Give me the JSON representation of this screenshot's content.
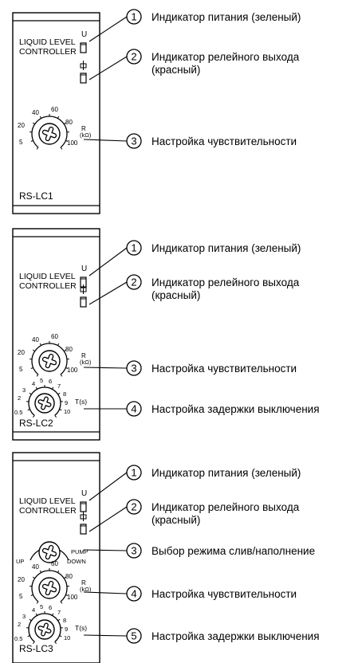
{
  "panels": [
    {
      "model": "RS-LC1",
      "header": [
        "LIQUID LEVEL",
        "CONTROLLER"
      ],
      "u_label": "U",
      "callouts": [
        {
          "num": "1",
          "lines": [
            "Индикатор питания (зеленый)"
          ]
        },
        {
          "num": "2",
          "lines": [
            "Индикатор релейного выхода",
            "(красный)"
          ]
        },
        {
          "num": "3",
          "lines": [
            "Настройка чувствительности"
          ]
        }
      ],
      "r_dial": {
        "ticks": [
          "5",
          "20",
          "40",
          "60",
          "80",
          "100"
        ],
        "unit1": "R",
        "unit2": "(kΩ)"
      }
    },
    {
      "model": "RS-LC2",
      "header": [
        "LIQUID LEVEL",
        "CONTROLLER"
      ],
      "u_label": "U",
      "callouts": [
        {
          "num": "1",
          "lines": [
            "Индикатор питания (зеленый)"
          ]
        },
        {
          "num": "2",
          "lines": [
            "Индикатор релейного выхода",
            "(красный)"
          ]
        },
        {
          "num": "3",
          "lines": [
            "Настройка чувствительности"
          ]
        },
        {
          "num": "4",
          "lines": [
            "Настройка задержки выключения"
          ]
        }
      ],
      "r_dial": {
        "ticks": [
          "5",
          "20",
          "40",
          "60",
          "80",
          "100"
        ],
        "unit1": "R",
        "unit2": "(kΩ)"
      },
      "t_dial": {
        "ticks": [
          "0.5",
          "2",
          "3",
          "4",
          "5",
          "6",
          "7",
          "8",
          "9",
          "10"
        ],
        "unit": "T(s)"
      }
    },
    {
      "model": "RS-LC3",
      "header": [
        "LIQUID LEVEL",
        "CONTROLLER"
      ],
      "u_label": "U",
      "callouts": [
        {
          "num": "1",
          "lines": [
            "Индикатор питания (зеленый)"
          ]
        },
        {
          "num": "2",
          "lines": [
            "Индикатор релейного выхода",
            "(красный)"
          ]
        },
        {
          "num": "3",
          "lines": [
            "Выбор режима слив/наполнение"
          ]
        },
        {
          "num": "4",
          "lines": [
            "Настройка чувствительности"
          ]
        },
        {
          "num": "5",
          "lines": [
            "Настройка задержки выключения"
          ]
        }
      ],
      "mode_dial": {
        "left": "UP",
        "right": "DOWN",
        "top": "PUMP"
      },
      "r_dial": {
        "ticks": [
          "5",
          "20",
          "40",
          "60",
          "80",
          "100"
        ],
        "unit1": "R",
        "unit2": "(kΩ)"
      },
      "t_dial": {
        "ticks": [
          "0.5",
          "2",
          "3",
          "4",
          "5",
          "6",
          "7",
          "8",
          "9",
          "10"
        ],
        "unit": "T(s)"
      }
    }
  ],
  "colors": {
    "line": "#000000",
    "background": "#ffffff"
  }
}
